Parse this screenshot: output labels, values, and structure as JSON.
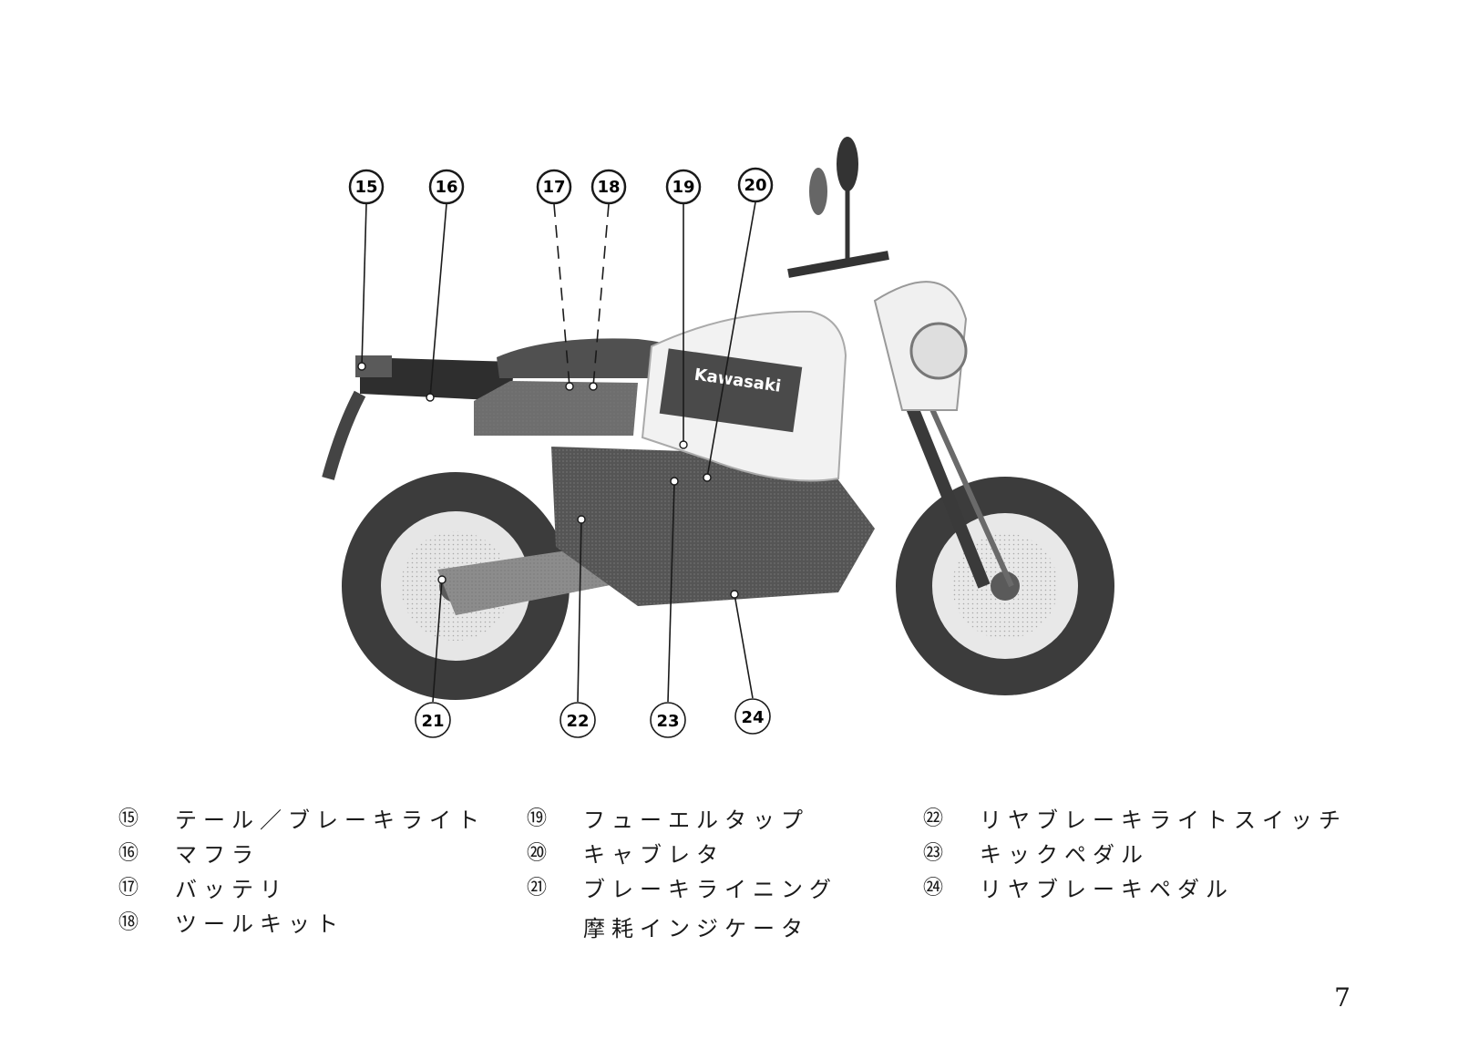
{
  "callouts": {
    "c15": "15",
    "c16": "16",
    "c17": "17",
    "c18": "18",
    "c19": "19",
    "c20": "20",
    "c21": "21",
    "c22": "22",
    "c23": "23",
    "c24": "24"
  },
  "legend": {
    "col1": [
      {
        "num": "⑮",
        "text": "テール／ブレーキライト"
      },
      {
        "num": "⑯",
        "text": "マフラ"
      },
      {
        "num": "⑰",
        "text": "バッテリ"
      },
      {
        "num": "⑱",
        "text": "ツールキット"
      }
    ],
    "col2": [
      {
        "num": "⑲",
        "text": "フューエルタップ"
      },
      {
        "num": "⑳",
        "text": "キャブレタ"
      },
      {
        "num": "㉑",
        "text": "ブレーキライニング",
        "text2": "摩耗インジケータ"
      }
    ],
    "col3": [
      {
        "num": "㉒",
        "text": "リヤブレーキライトスイッチ"
      },
      {
        "num": "㉓",
        "text": "キックペダル"
      },
      {
        "num": "㉔",
        "text": "リヤブレーキペダル"
      }
    ]
  },
  "photo": {
    "brand_logo": "Kawasaki"
  },
  "page_number": "7"
}
